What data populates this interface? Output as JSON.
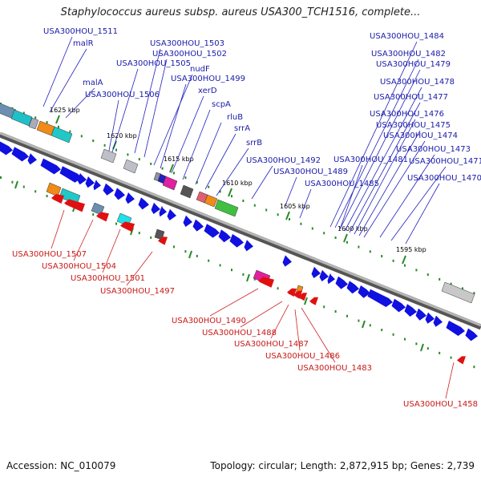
{
  "title": "Staphylococcus aureus subsp. aureus USA300_TCH1516, complete...",
  "footer": {
    "accession": "Accession: NC_010079",
    "summary": "Topology: circular; Length: 2,872,915 bp; Genes: 2,739"
  },
  "ticks": [
    "1625 kbp",
    "1620 kbp",
    "1615 kbp",
    "1610 kbp",
    "1605 kbp",
    "1600 kbp",
    "1595 kbp"
  ],
  "upper_labels": [
    "USA300HOU_1511",
    "malR",
    "malA",
    "USA300HOU_1506",
    "USA300HOU_1505",
    "USA300HOU_1503",
    "USA300HOU_1502",
    "nudF",
    "USA300HOU_1499",
    "xerD",
    "scpA",
    "rluB",
    "srrA",
    "srrB",
    "USA300HOU_1492",
    "USA300HOU_1489",
    "USA300HOU_1485",
    "USA300HOU_1481",
    "USA300HOU_1484",
    "USA300HOU_1482",
    "USA300HOU_1479",
    "USA300HOU_1478",
    "USA300HOU_1477",
    "USA300HOU_1476",
    "USA300HOU_1475",
    "USA300HOU_1474",
    "USA300HOU_1473",
    "USA300HOU_1471",
    "USA300HOU_1470"
  ],
  "lower_labels": [
    "USA300HOU_1507",
    "USA300HOU_1504",
    "USA300HOU_1501",
    "USA300HOU_1497",
    "USA300HOU_1490",
    "USA300HOU_1488",
    "USA300HOU_1487",
    "USA300HOU_1486",
    "USA300HOU_1483",
    "USA300HOU_1458"
  ],
  "colors": {
    "forward_gene": "#1010e0",
    "reverse_gene": "#e01010",
    "label_upper": "#1a1aa8",
    "label_lower": "#c81818",
    "tick": "#2a8a2a",
    "backbone": "#888888"
  }
}
